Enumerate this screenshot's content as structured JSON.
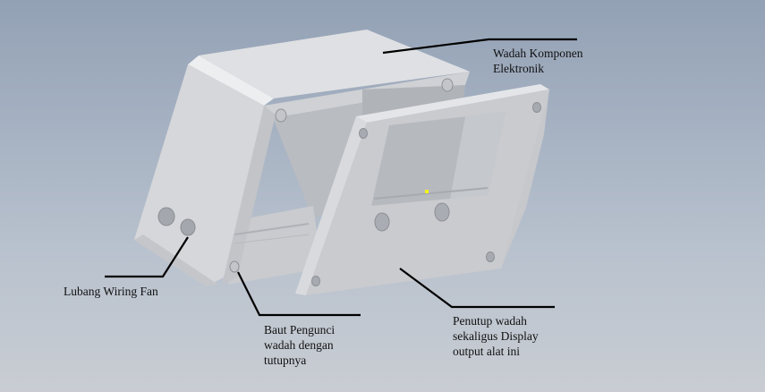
{
  "diagram": {
    "type": "3D exploded enclosure model with callouts",
    "background_gradient": [
      "#93a1b5",
      "#c9cdd3"
    ],
    "callouts": [
      {
        "id": "container",
        "lines": [
          "Wadah Komponen",
          "Elektronik"
        ]
      },
      {
        "id": "fan-wiring-hole",
        "lines": [
          "Lubang Wiring Fan"
        ]
      },
      {
        "id": "locking-bolt",
        "lines": [
          "Baut Pengunci",
          "wadah dengan",
          "tutupnya"
        ]
      },
      {
        "id": "cover-display",
        "lines": [
          "Penutup wadah",
          "sekaligus Display",
          "output alat ini"
        ]
      }
    ],
    "colors": {
      "body_light": "#dcdde0",
      "body_mid": "#c6c8cc",
      "body_dark": "#a9acb2",
      "cover_face": "#c4c6ca",
      "cover_edge": "#e6e7ea",
      "leader_line": "#000000",
      "marker": "#f2f21c"
    }
  }
}
